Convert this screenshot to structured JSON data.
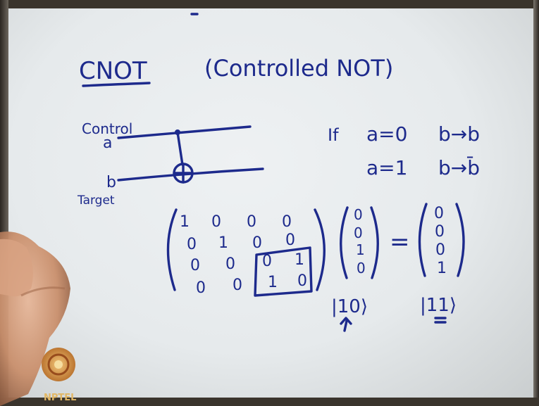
{
  "title": "CNOT",
  "subtitle": "(Controlled NOT)",
  "circuit": {
    "control_label": "Control",
    "a_label": "a",
    "b_label": "b",
    "target_label": "Target"
  },
  "rules": {
    "if_word": "If",
    "rule1_cond": "a=0",
    "rule1_result": "b→b",
    "rule2_cond": "a=1",
    "rule2_result": "b→b̄"
  },
  "matrix": {
    "rows": [
      [
        "1",
        "0",
        "0",
        "0"
      ],
      [
        "0",
        "1",
        "0",
        "0"
      ],
      [
        "0",
        "0",
        "0",
        "1"
      ],
      [
        "0",
        "0",
        "1",
        "0"
      ]
    ]
  },
  "input_vector": [
    "0",
    "0",
    "1",
    "0"
  ],
  "output_vector": [
    "0",
    "0",
    "0",
    "1"
  ],
  "equals": "=",
  "input_ket": "|10⟩",
  "output_ket": "|11⟩",
  "logo_text": "NPTEL"
}
